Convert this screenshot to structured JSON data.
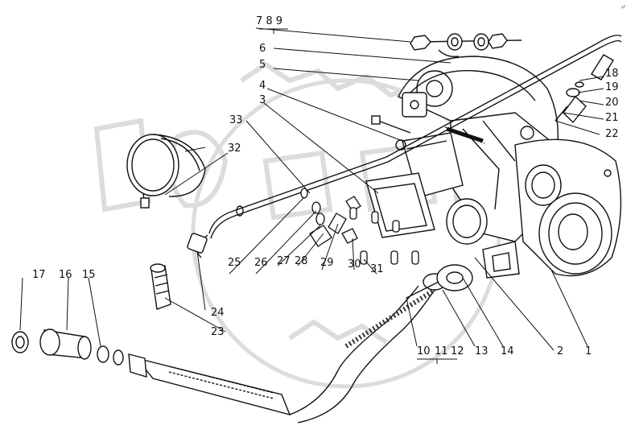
{
  "corner_mark": "gP",
  "labels": [
    "7 8 9",
    "6",
    "5",
    "4",
    "3",
    "33",
    "32",
    "18",
    "19",
    "20",
    "21",
    "22",
    "17",
    "16",
    "15",
    "25",
    "26",
    "27",
    "28",
    "29",
    "30",
    "31",
    "24",
    "23",
    "10",
    "11",
    "12",
    "13",
    "14",
    "2",
    "1"
  ],
  "colors": {
    "line": "#111111",
    "watermark": "#dcdcdc"
  }
}
